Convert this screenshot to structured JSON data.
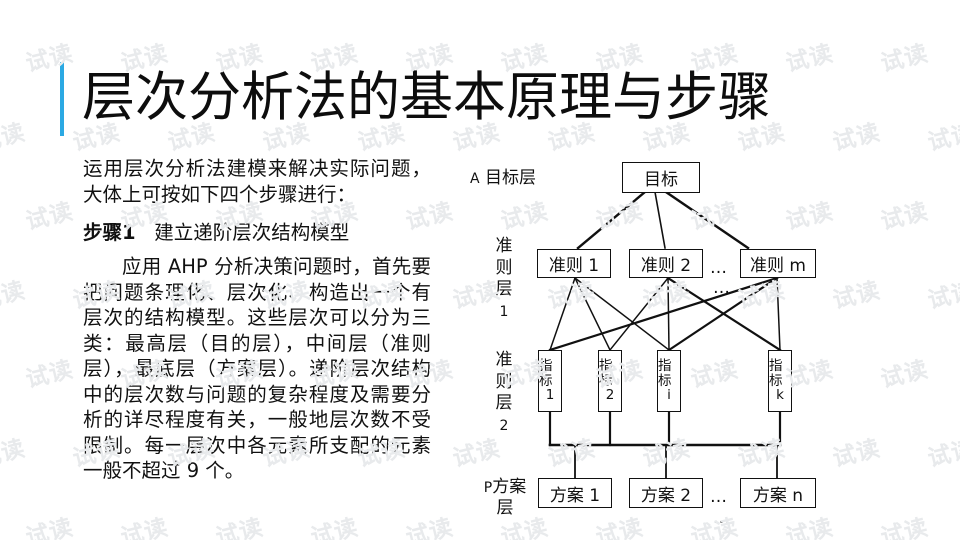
{
  "slide": {
    "title": "层次分析法的基本原理与步骤",
    "accent_color": "#2ba9e3",
    "watermark_text": "试读",
    "watermark_color": "#e8eaec",
    "background": "#ffffff"
  },
  "body": {
    "intro": "运用层次分析法建模来解决实际问题，大体上可按如下四个步骤进行：",
    "step_label": "步骤1",
    "step_title": "建立递阶层次结构模型",
    "paragraph": "应用 AHP 分析决策问题时，首先要把问题条理化、层次化、构造出一个有层次的结构模型。这些层次可以分为三类：最高层（目的层），中间层（准则层），最底层（方案层）。递阶层次结构中的层次数与问题的复杂程度及需要分析的详尽程度有关，一般地层次数不受限制。每一层次中各元素所支配的元素一般不超过 9 个。"
  },
  "diagram": {
    "layers": [
      {
        "id": "goal",
        "label": "A 目标层"
      },
      {
        "id": "criteria1",
        "label": "准则层1"
      },
      {
        "id": "criteria2",
        "label": "准则层2"
      },
      {
        "id": "plans",
        "label": "P 方案层"
      }
    ],
    "goal_label_prefix": "A",
    "goal_label_text": "目标层",
    "plan_label_prefix": "P",
    "plan_label_text": "方案",
    "plan_label_text2": "层",
    "criteria1_label_chars": [
      "准",
      "则",
      "层",
      "1"
    ],
    "criteria2_label_chars": [
      "准",
      "则",
      "层",
      "2"
    ],
    "goal_box": "目标",
    "criteria_boxes": [
      "准则 1",
      "准则 2",
      "准则 m"
    ],
    "criteria_ellipsis": "…",
    "criteria_ellipsis_below": "…",
    "index_boxes": [
      {
        "name": "指标",
        "sub": "1"
      },
      {
        "name": "指标",
        "sub": "2"
      },
      {
        "name": "指标",
        "sub": "i"
      },
      {
        "name": "指标",
        "sub": "k"
      }
    ],
    "plan_boxes": [
      "方案 1",
      "方案 2",
      "方案 n"
    ],
    "plan_ellipsis": "…",
    "plan_ellipsis_below": "…",
    "line_color": "#111111"
  }
}
